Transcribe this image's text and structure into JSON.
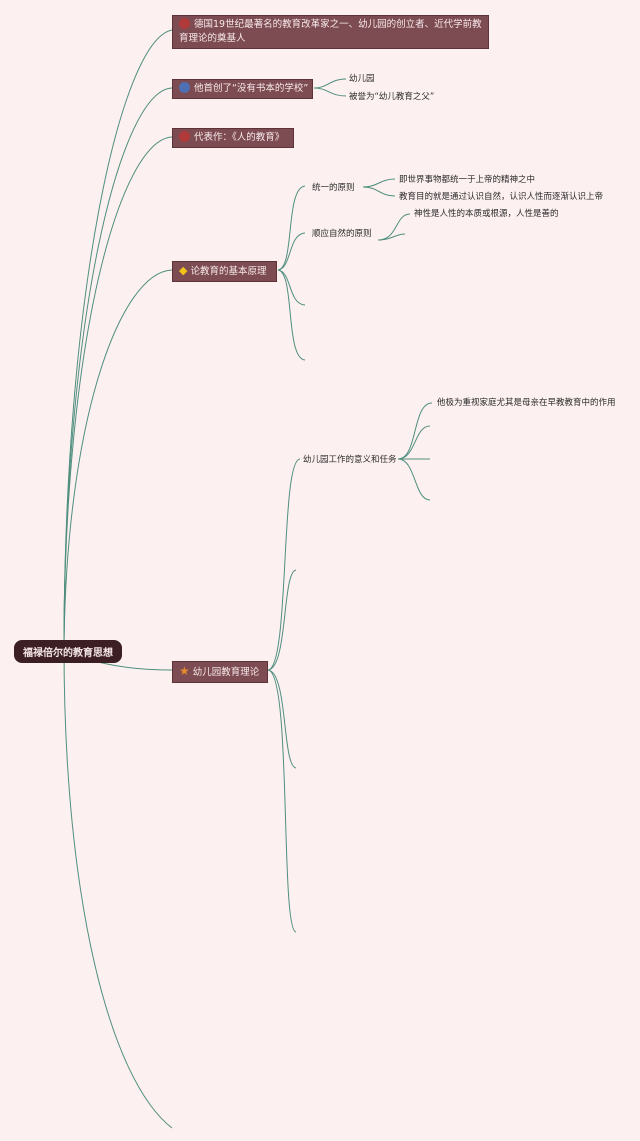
{
  "root": {
    "label": "福禄倍尔的教育思想"
  },
  "branches": {
    "b1": {
      "label": "德国19世纪最著名的教育改革家之一、幼儿园的创立者、近代学前教育理论的奠基人"
    },
    "b2": {
      "label": "他首创了“没有书本的学校”",
      "children": [
        "幼儿园",
        "被誉为“幼儿教育之父”"
      ]
    },
    "b3": {
      "label": "代表作：《人的教育》"
    },
    "b4": {
      "label": "论教育的基本原理",
      "sub1": {
        "label": "统一的原则",
        "children": [
          "即世界事物都统一于上帝的精神之中",
          "教育目的就是通过认识自然，认识人性而逐渐认识上帝"
        ]
      },
      "sub2": {
        "label": "顺应自然的原则",
        "children": [
          "神性是人性的本质或根源，人性是善的"
        ]
      }
    },
    "b5": {
      "label": "幼儿园教育理论",
      "sub1": {
        "label": "幼儿园工作的意义和任务",
        "children": [
          "他极为重视家庭尤其是母亲在早教教育中的作用"
        ]
      }
    }
  },
  "icons": {
    "b1": "red-circle-icon",
    "b2": "blue-circle-icon",
    "b3": "red-circle-icon",
    "b4": "gem-icon",
    "b5": "star-icon"
  },
  "colors": {
    "background": "#fdf0f0",
    "connector": "#4f8f7f",
    "branch_fill": "#7d4b52",
    "root_fill": "#3b1f24"
  }
}
